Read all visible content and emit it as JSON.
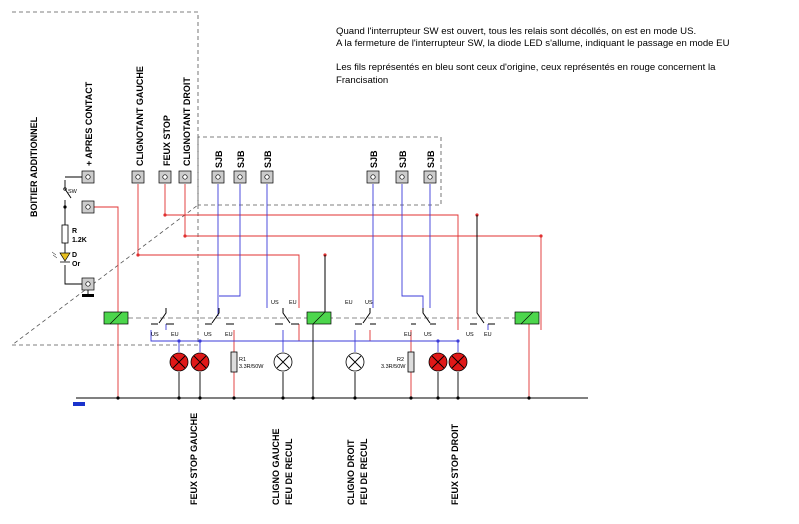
{
  "notes": {
    "line1": "Quand l'interrupteur SW est ouvert, tous les relais sont décollés, on est en mode US.",
    "line2": "A la fermeture de l'interrupteur SW, la diode LED s'allume, indiquant le passage en mode EU",
    "line3": "Les fils représentés en bleu sont ceux d'origine, ceux représentés en rouge concernent la",
    "line4": "Francisation"
  },
  "box": {
    "title": "BOITIER ADDITIONNEL",
    "plus_label": "+ APRES CONTACT",
    "sw_label": "SW",
    "r_name": "R",
    "r_value": "1.2K",
    "d_name": "D",
    "d_value": "Or"
  },
  "inputs": {
    "clignotant_gauche": "CLIGNOTANT GAUCHE",
    "feux_stop": "FEUX STOP",
    "clignotant_droit": "CLIGNOTANT DROIT",
    "sjb": "SJB"
  },
  "relay_labels": {
    "us": "US",
    "eu": "EU"
  },
  "resistors": {
    "r1_name": "R1",
    "r1_value": "3.3R/50W",
    "r2_name": "R2",
    "r2_value": "3.3R/50W"
  },
  "bottom": {
    "feux_stop_gauche": "FEUX STOP GAUCHE",
    "cligno_gauche_l1": "CLIGNO GAUCHE",
    "cligno_gauche_l2": "FEU DE RECUL",
    "cligno_droit_l1": "CLIGNO DROIT",
    "cligno_droit_l2": "FEU DE RECUL",
    "feux_stop_droit": "FEUX STOP DROIT"
  },
  "colors": {
    "original_wire": "#3b3bd9",
    "francisation_wire": "#e03030",
    "ground_wire": "#000000",
    "relay_coil": "#4cd64c",
    "led": "#e8c020",
    "stop_lamp": "#e01818"
  }
}
